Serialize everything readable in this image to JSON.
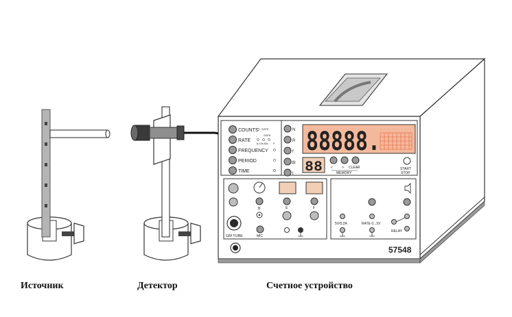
{
  "captions": {
    "source": "Источник",
    "detector": "Детектор",
    "counter": "Счетное устройство"
  },
  "counter_device": {
    "model_number": "57548",
    "mode_buttons": [
      "COUNTS",
      "RATE",
      "FREQUENCY",
      "PERIOD",
      "TIME"
    ],
    "gate_labels": {
      "gate_top": "GATE",
      "gate_mid": "GATE",
      "range": "1s 10s 60s",
      "f": "F"
    },
    "function_keys": [
      "N",
      "R",
      "f",
      "Δt",
      "t"
    ],
    "main_display": "88888.",
    "small_display": "88",
    "memory": {
      "left": "<",
      "right": ">",
      "clear": "CLEAR",
      "label": "MEMORY"
    },
    "start_stop": {
      "start": "START",
      "stop": "STOP"
    },
    "input_panel": {
      "gm_tube": "GM TUBE",
      "b": "B",
      "e": "E",
      "f": "F",
      "mic": "MIC"
    },
    "right_panel": {
      "out1": "5V/0,2A",
      "out2": "RATE 0...3V",
      "relay": "RELAY"
    }
  },
  "colors": {
    "display_bg": "#f4b99c",
    "display_segments": "#e8603a",
    "small_led_bg": "#f1cfb6",
    "device_outline": "#333333",
    "device_shadow": "#9a9a9a"
  }
}
